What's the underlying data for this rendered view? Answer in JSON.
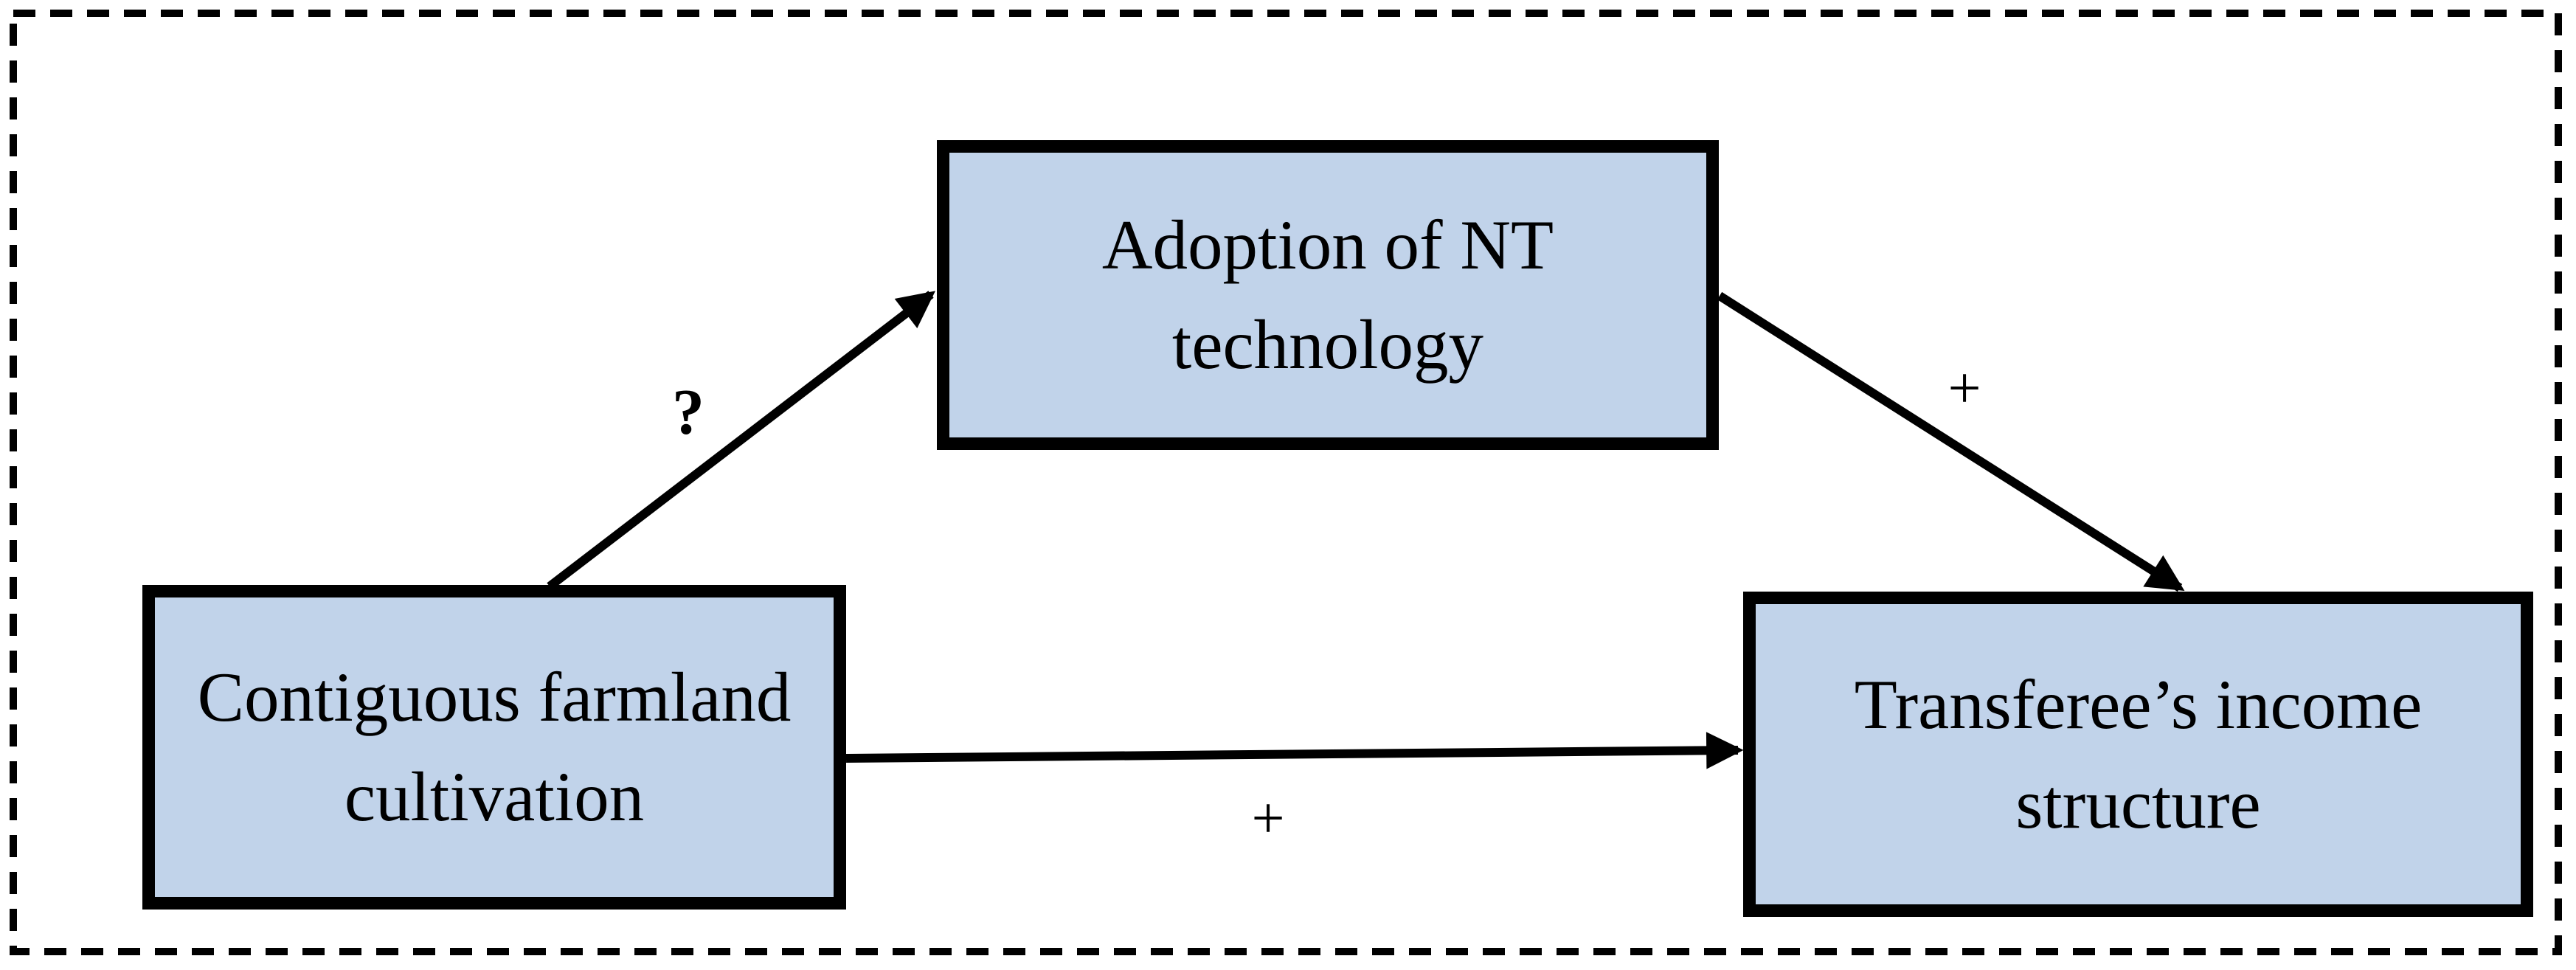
{
  "diagram": {
    "frame": {
      "style": "dashed-border"
    },
    "boxes": {
      "cultivation": {
        "label": "Contiguous farmland\ncultivation"
      },
      "adoption": {
        "label": "Adoption of NT\ntechnology"
      },
      "income": {
        "label": "Transferee’s income\nstructure"
      }
    },
    "edges": {
      "cultivation_to_adoption": {
        "label": "?"
      },
      "adoption_to_income": {
        "label": "+"
      },
      "cultivation_to_income": {
        "label": "+"
      }
    },
    "colors": {
      "background": "#ffffff",
      "box_fill": "#c1d3ea",
      "box_border": "#000000",
      "arrow": "#000000",
      "text": "#000000"
    }
  }
}
